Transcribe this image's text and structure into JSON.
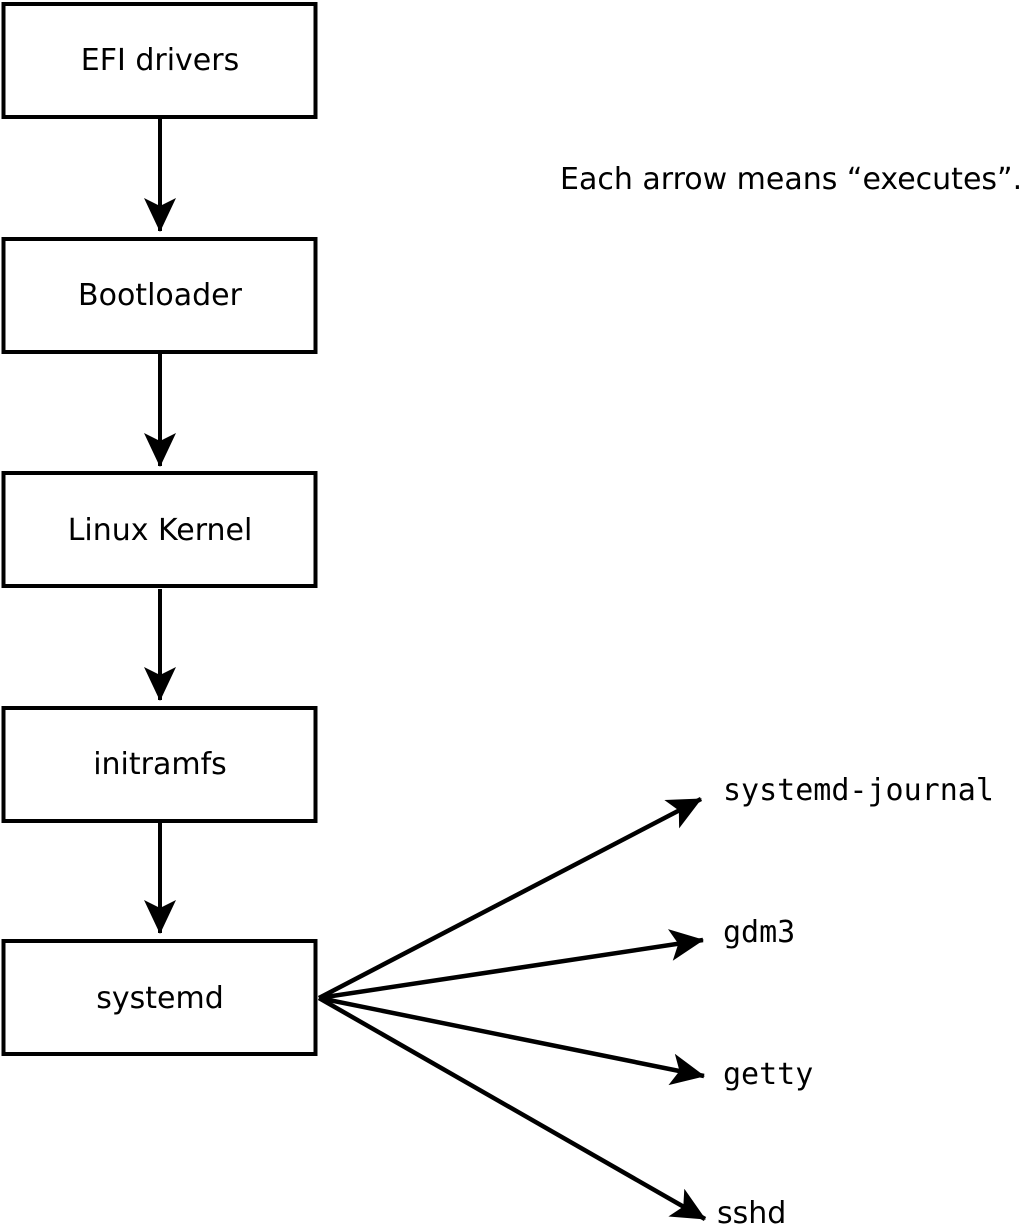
{
  "diagram": {
    "caption": "Each arrow means “executes”.",
    "chain": [
      {
        "label": "EFI drivers"
      },
      {
        "label": "Bootloader"
      },
      {
        "label": "Linux Kernel"
      },
      {
        "label": "initramfs"
      },
      {
        "label": "systemd"
      }
    ],
    "spawned": [
      {
        "label": "systemd-journal"
      },
      {
        "label": "gdm3"
      },
      {
        "label": "getty"
      },
      {
        "label": "sshd"
      }
    ],
    "colors": {
      "stroke": "#000000",
      "box_fill": "#ffffff",
      "background": "#ffffff"
    }
  }
}
